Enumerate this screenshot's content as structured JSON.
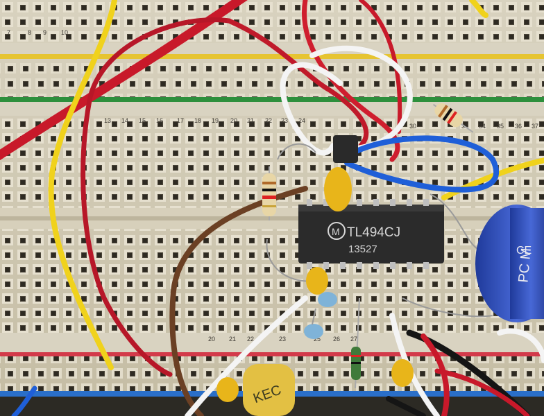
{
  "image": {
    "description_free": true
  },
  "chip": {
    "part": "TL494CJ",
    "code": "13527",
    "logo": "M"
  },
  "capacitor_print": "KEC",
  "colors": {
    "board": "#d4cdb8",
    "rail_red": "#d33a4a",
    "rail_blue": "#2a6fc9",
    "rail_yellow": "#e6c431",
    "rail_green": "#2d8f3c",
    "wire_red": "#c8192a",
    "wire_yellow": "#f0d21c",
    "wire_white": "#f4f4f4",
    "wire_blue": "#1f5fd8",
    "wire_brown": "#6b4024",
    "chip": "#2b2b2b",
    "cap_blue": "#2f4fb8",
    "cap_yellow": "#e8b51a"
  }
}
